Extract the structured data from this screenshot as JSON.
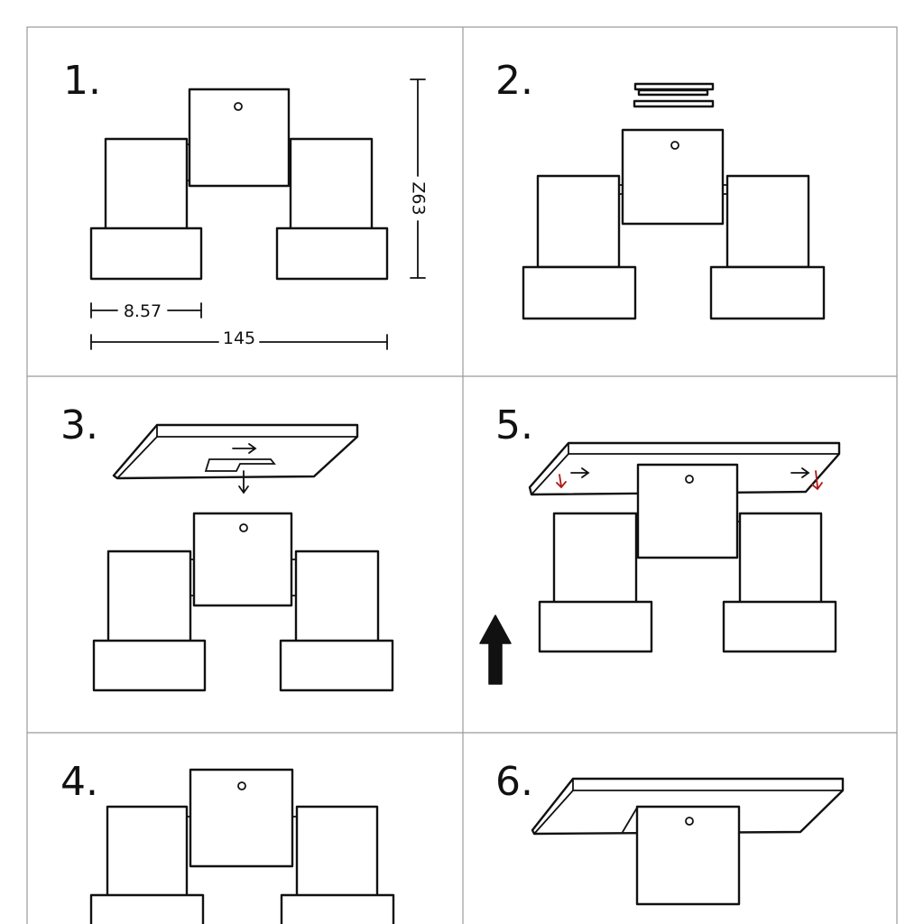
{
  "steps": {
    "step1": "1.",
    "step2": "2.",
    "step3": "3.",
    "step4": "4.",
    "step5": "5.",
    "step6": "6."
  },
  "dimensions": {
    "height": "Z63",
    "side_width": "8.57",
    "total_width": "145"
  },
  "colors": {
    "line": "#111111",
    "panel_border": "#9a9a9a",
    "accent_arrow": "#b01818"
  }
}
